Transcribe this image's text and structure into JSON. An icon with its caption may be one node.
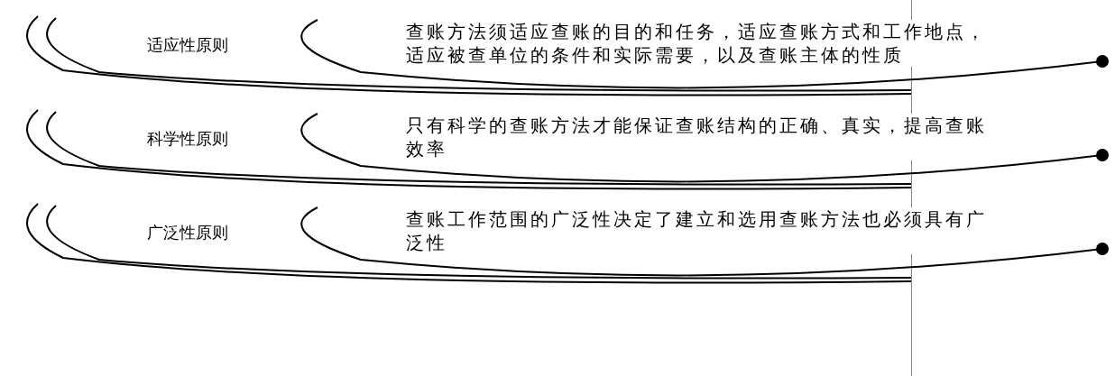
{
  "diagram": {
    "nodes": [
      {
        "text": [
          "适应性原则",
          "查账方法须适应查账的目的和任务，适应查账方式和工作地点，适应被查单位的条件和实际需要，以及查账主体的性质"
        ]
      },
      {
        "text": [
          "科学性原则",
          "只有科学的查账方法才能保证查账结构的正确、真实，提高查账效率"
        ]
      },
      {
        "text": [
          "广泛性原则",
          "查账工作范围的广泛性决定了建立和选用查账方法也必须具有广泛性"
        ]
      }
    ]
  }
}
